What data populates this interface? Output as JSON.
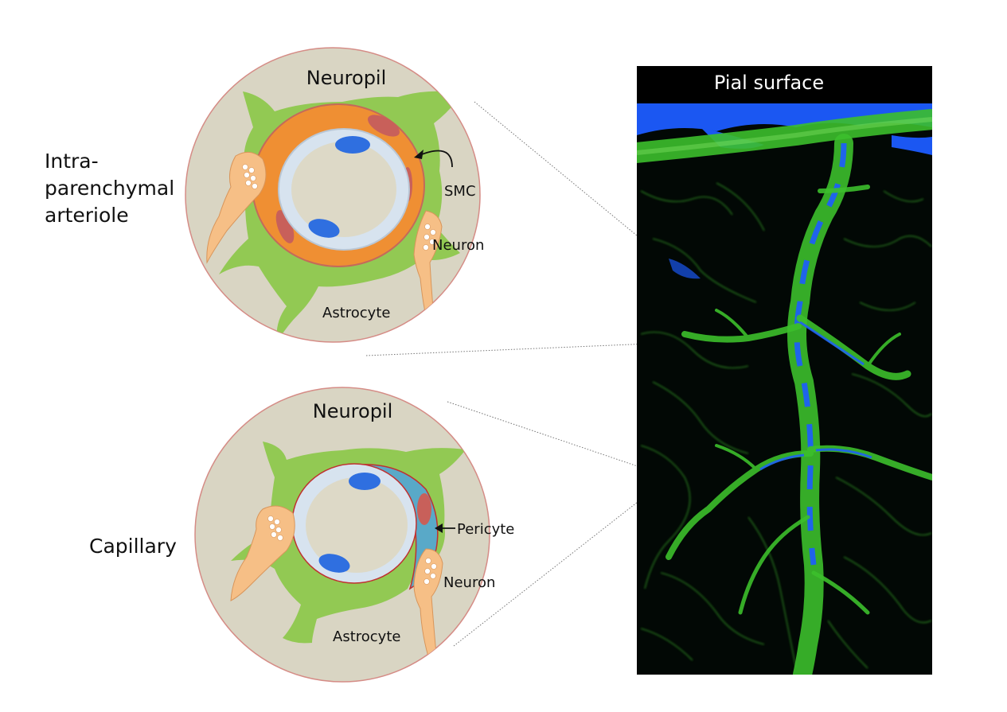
{
  "panels": {
    "arteriole": {
      "side_label": "Intra-\nparenchymal\narteriole",
      "top_label": "Neuropil",
      "smc_label": "SMC",
      "neuron_label": "Neuron",
      "astrocyte_label": "Astrocyte"
    },
    "capillary": {
      "side_label": "Capillary",
      "top_label": "Neuropil",
      "pericyte_label": "Pericyte",
      "neuron_label": "Neuron",
      "astrocyte_label": "Astrocyte"
    },
    "micrograph": {
      "title": "Pial surface"
    }
  },
  "colors": {
    "neuropil": "#d9d5c3",
    "astrocyte": "#92c953",
    "smc": "#ef8f33",
    "pericyte": "#59a9c8",
    "endothelium": "#d7e3ef",
    "nucleus": "#2f6fe0",
    "neuron": "#f6bf86",
    "vessel_green": "#3cbf2c",
    "vessel_blue": "#1d5cff"
  }
}
